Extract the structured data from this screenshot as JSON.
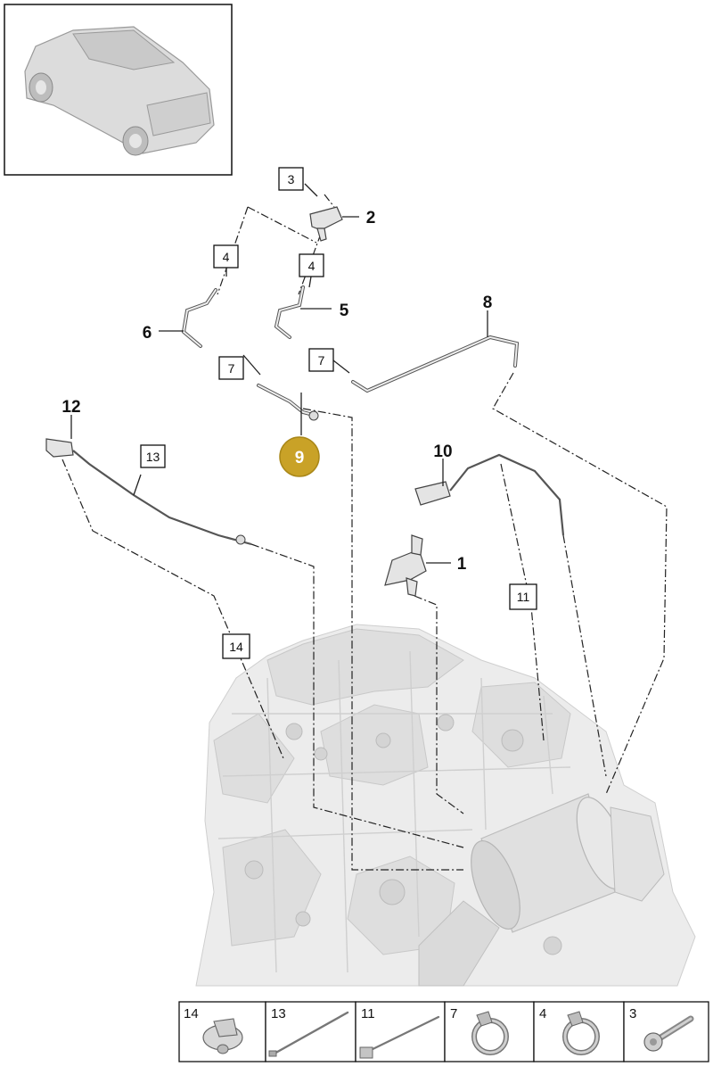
{
  "callouts": [
    {
      "id": "c1",
      "label": "1"
    },
    {
      "id": "c2",
      "label": "2"
    },
    {
      "id": "c5",
      "label": "5"
    },
    {
      "id": "c6",
      "label": "6"
    },
    {
      "id": "c8",
      "label": "8"
    },
    {
      "id": "c10",
      "label": "10"
    },
    {
      "id": "c12",
      "label": "12"
    }
  ],
  "highlighted_callout": {
    "label": "9",
    "color": "#c9a227"
  },
  "boxed_callouts": {
    "b3": "3",
    "b4a": "4",
    "b4b": "4",
    "b7a": "7",
    "b7b": "7",
    "b11": "11",
    "b13": "13",
    "b14": "14"
  },
  "parts_strip": [
    {
      "label": "14",
      "icon": "bracket-nut-icon"
    },
    {
      "label": "13",
      "icon": "cable-tie-icon"
    },
    {
      "label": "11",
      "icon": "cable-tie-clip-icon"
    },
    {
      "label": "7",
      "icon": "hose-clamp-icon"
    },
    {
      "label": "4",
      "icon": "hose-clamp-icon"
    },
    {
      "label": "3",
      "icon": "bolt-icon"
    }
  ],
  "colors": {
    "highlight": "#c9a227",
    "line": "#222222",
    "engine": "#ececec"
  }
}
